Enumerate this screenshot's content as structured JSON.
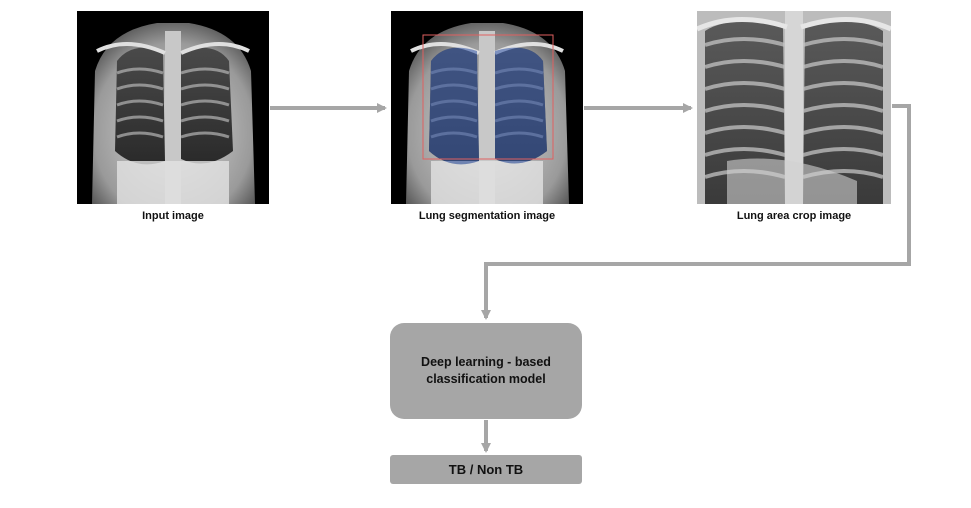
{
  "stages": [
    {
      "caption": "Input image"
    },
    {
      "caption": "Lung segmentation image"
    },
    {
      "caption": "Lung area crop image"
    }
  ],
  "model": {
    "line1": "Deep learning - based",
    "line2": "classification model"
  },
  "result": {
    "label": "TB / Non TB"
  },
  "colors": {
    "box": "#a6a6a6",
    "arrow": "#a6a6a6",
    "lung_overlay": "#3a5ba8",
    "bbox": "#e06060"
  }
}
